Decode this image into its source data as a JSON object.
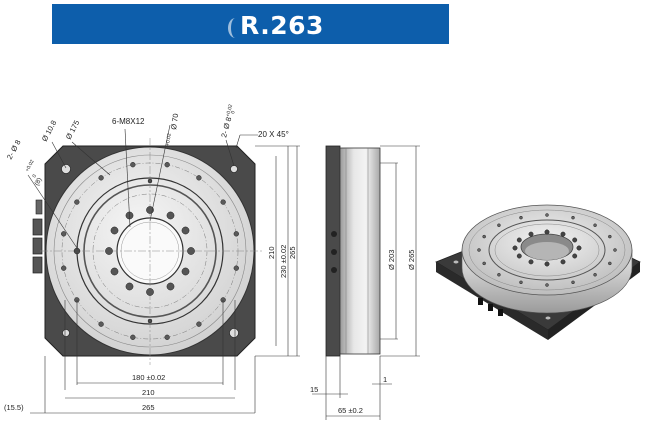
{
  "banner": {
    "title": "R.263",
    "color": "#0d5eab"
  },
  "front_view": {
    "labels": {
      "holes_m8": "6-M8X12",
      "dia_175": "Ø 175",
      "dia_10_8": "Ø 10.8",
      "dia_8_left": "2- Ø 8",
      "tol_left_hi": "+0.02",
      "tol_left_lo": "0",
      "depth_left": "(8)",
      "dia_70": "Ø 70",
      "tol_70": "+0.02",
      "dia_8_right": "2- Ø 8",
      "tol_right_hi": "+0.02",
      "tol_right_lo": "0",
      "chamfer": "20 X 45°"
    },
    "dims": {
      "v_210": "210",
      "v_230": "230 ±0.02",
      "v_265": "265",
      "h_180": "180 ±0.02",
      "h_210": "210",
      "h_265": "265",
      "offset": "(15.5)"
    }
  },
  "side_view": {
    "dims": {
      "dia_203": "Ø 203",
      "dia_265": "Ø 265",
      "w_15": "15",
      "w_1": "1",
      "w_65": "65 ±0.2"
    }
  }
}
